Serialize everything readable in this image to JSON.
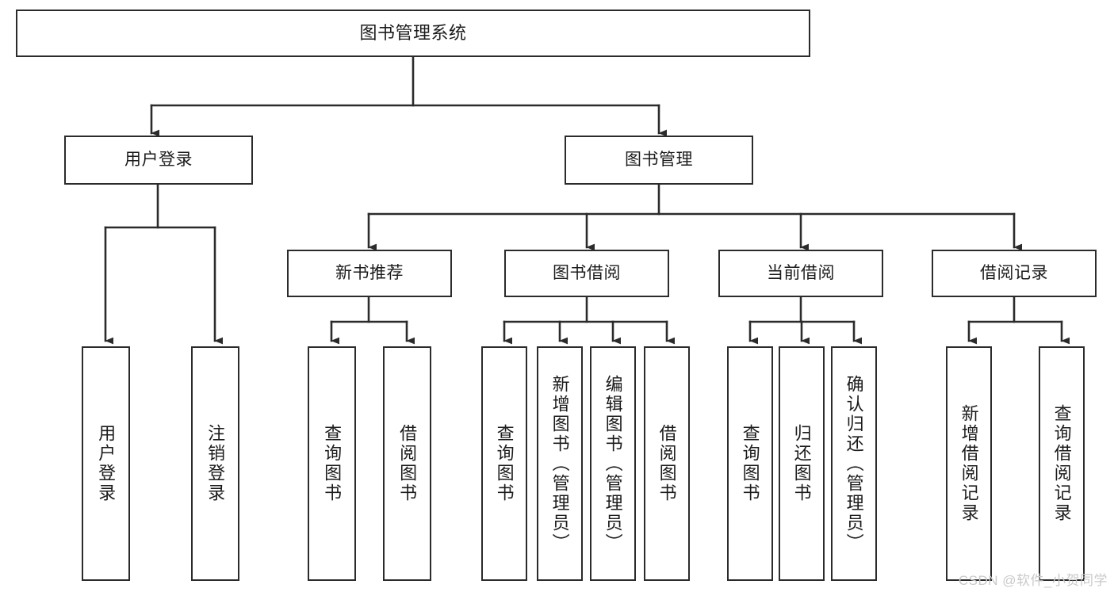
{
  "diagram": {
    "type": "tree-hierarchy-chart",
    "title": "图书管理系统",
    "theme": {
      "background": "#ffffff",
      "box_border": "#2b2b2b",
      "box_fill": "#ffffff",
      "connector": "#2b2b2b",
      "text": "#1b1b1b",
      "watermark": "#c9c9c9"
    },
    "root": {
      "label": "图书管理系统"
    },
    "level2": [
      {
        "label": "用户登录"
      },
      {
        "label": "图书管理"
      }
    ],
    "level3": [
      {
        "label": "新书推荐"
      },
      {
        "label": "图书借阅"
      },
      {
        "label": "当前借阅"
      },
      {
        "label": "借阅记录"
      }
    ],
    "leaves": {
      "user_login": [
        {
          "label": "用户登录"
        },
        {
          "label": "注销登录"
        }
      ],
      "new_book_recommend": [
        {
          "label": "查询图书"
        },
        {
          "label": "借阅图书"
        }
      ],
      "book_borrow": [
        {
          "label": "查询图书"
        },
        {
          "label": "新增图书（管理员）"
        },
        {
          "label": "编辑图书（管理员）"
        },
        {
          "label": "借阅图书"
        }
      ],
      "current_borrow": [
        {
          "label": "查询图书"
        },
        {
          "label": "归还图书"
        },
        {
          "label": "确认归还（管理员）"
        }
      ],
      "borrow_record": [
        {
          "label": "新增借阅记录"
        },
        {
          "label": "查询借阅记录"
        }
      ]
    },
    "watermark": "CSDN @软件_小贺同学"
  }
}
